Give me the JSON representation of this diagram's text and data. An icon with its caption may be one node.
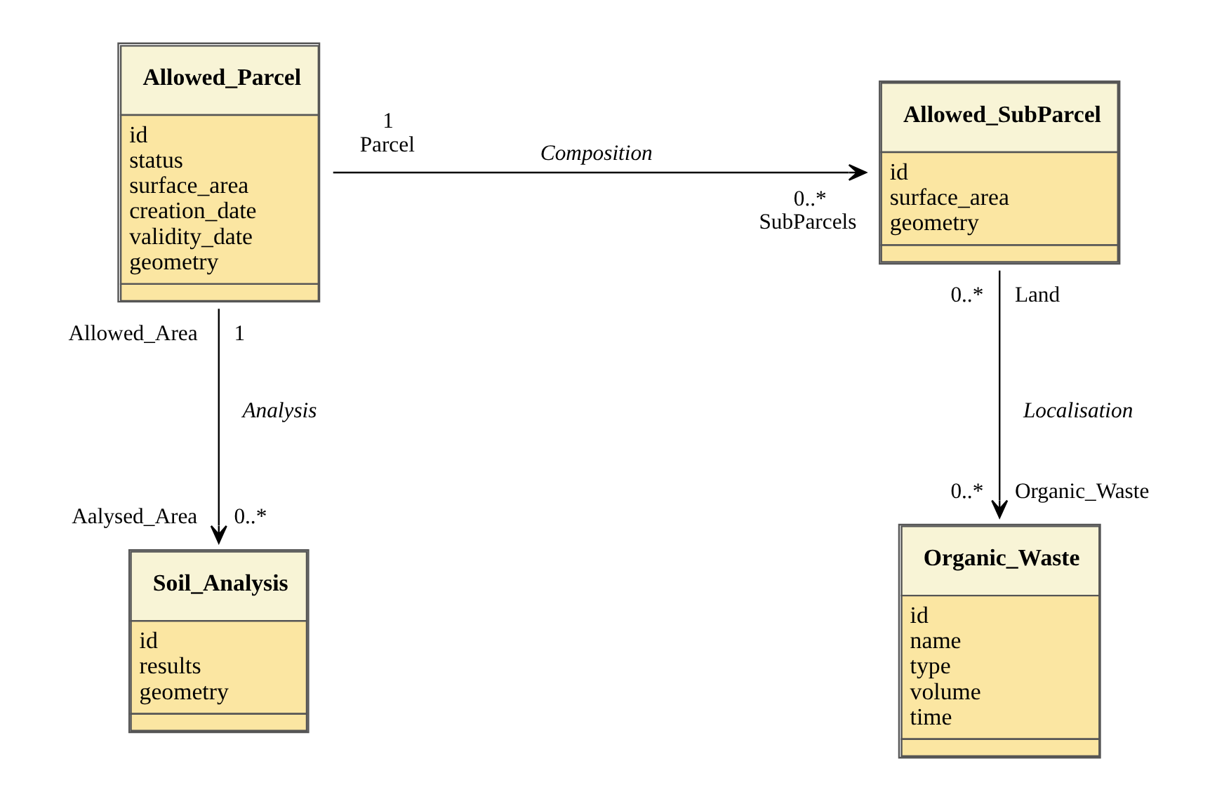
{
  "diagram": {
    "nodes": [
      {
        "text": [
          "Allowed_Parcel",
          "id",
          "status",
          "surface_area",
          "creation_date",
          "validity_date",
          "geometry"
        ]
      },
      {
        "text": [
          "Allowed_SubParcel",
          "id",
          "surface_area",
          "geometry"
        ]
      },
      {
        "text": [
          "Soil_Analysis",
          "id",
          "results",
          "geometry"
        ]
      },
      {
        "text": [
          "Organic_Waste",
          "id",
          "name",
          "type",
          "volume",
          "time"
        ]
      }
    ],
    "edges": [
      {
        "from": 0,
        "to": 1,
        "arrow": "to",
        "label": "Composition"
      },
      {
        "from": 0,
        "to": 2,
        "arrow": "to",
        "label": "Analysis"
      },
      {
        "from": 1,
        "to": 3,
        "arrow": "to",
        "label": "Localisation"
      }
    ],
    "labels": [
      "1",
      "Parcel",
      "0..*",
      "SubParcels",
      "0..*",
      "Land",
      "Allowed_Area",
      "1",
      "Aalysed_Area",
      "0..*",
      "0..*",
      "Organic_Waste"
    ]
  }
}
